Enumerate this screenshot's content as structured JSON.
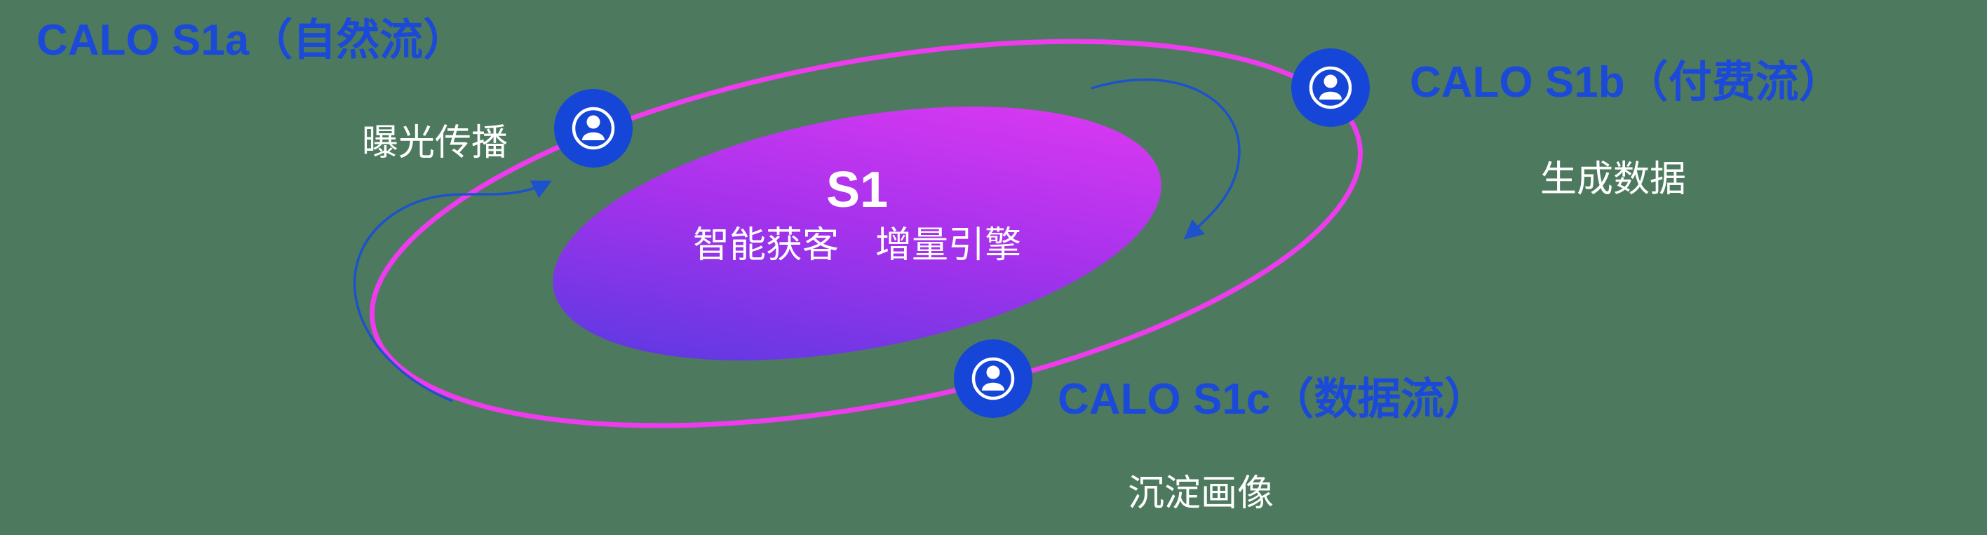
{
  "canvas": {
    "background_color": "#4d7a5e"
  },
  "core": {
    "title": "S1",
    "subtitle": "智能获客　增量引擎"
  },
  "satellites": [
    {
      "id": "s1a",
      "label": "CALO S1a（自然流）",
      "sublabel": "曝光传播",
      "icon": "user-in-circle-icon"
    },
    {
      "id": "s1b",
      "label": "CALO S1b（付费流）",
      "sublabel": "生成数据",
      "icon": "user-in-circle-icon"
    },
    {
      "id": "s1c",
      "label": "CALO S1c（数据流）",
      "sublabel": "沉淀画像",
      "icon": "user-in-circle-icon"
    }
  ],
  "colors": {
    "label_blue": "#1c4ad8",
    "orbit_pink": "#ef3bee",
    "node_blue": "#1546d8",
    "arrow_blue": "#1d52cc",
    "core_gradient_start": "#4a3be0",
    "core_gradient_mid": "#a432ec",
    "core_gradient_end": "#e93af3",
    "text_white": "#ffffff"
  }
}
